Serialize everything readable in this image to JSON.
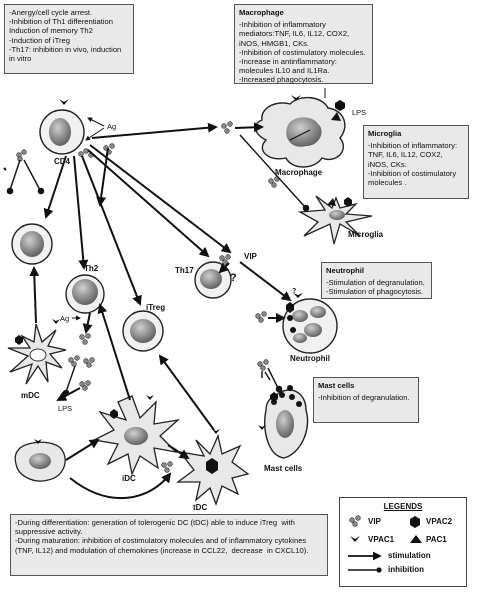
{
  "boxes": {
    "cd4": {
      "lines": [
        "-Anergy/cell cycle arrest.",
        "-Inhibition of Th1 differentiation",
        "Induction of memory Th2",
        "-Induction of iTreg",
        "-Th17: inhibition in vivo, induction in vitro"
      ]
    },
    "macrophage": {
      "title": "Macrophage",
      "lines": [
        "-Inhibition of inflammatory mediators:TNF, IL6, IL12, COX2, iNOS, HMGB1, CKs.",
        "-Inhibition of costimulatory molecules.",
        "-Increase in antinflammatory: molecules IL10 and IL1Ra.",
        "-Increased phagocytosis."
      ]
    },
    "microglia": {
      "title": "Microglia",
      "lines": [
        "-Inhibition of inflammatory: TNF, IL6, IL12, COX2, iNOS, CKs.",
        "-Inhibition of costimulatory molecules ."
      ]
    },
    "neutrophil": {
      "title": "Neutrophil",
      "lines": [
        "-Stimulation of degranulation.",
        "-Stimulation of phagocytosis."
      ]
    },
    "mast": {
      "title": "Mast cells",
      "lines": [
        "-Inhibition of degranulation."
      ]
    },
    "dc": {
      "lines": [
        "-During differentiation: generation of tolerogenic DC (tDC) able to induce iTreg  with suppressive activity.",
        "-During maturation: inhibition of costimulatory molecules and of inflammatory cytokines (TNF, IL12) and modulation of chemokines (increase in CCL22,  decrease  in CXCL10)."
      ]
    }
  },
  "labels": {
    "cd4": "CD4",
    "ag_top": "Ag",
    "ag_th2": "Ag",
    "th2": "Th2",
    "itreg": "iTreg",
    "th17": "Th17",
    "question_th17": "?",
    "question_neut": "?",
    "vip": "VIP",
    "lps_mac": "LPS",
    "lps_dc": "LPS",
    "macrophage": "Macrophage",
    "microglia": "Microglia",
    "neutrophil": "Neutrophil",
    "mast": "Mast cells",
    "mdc": "mDC",
    "idc": "iDC",
    "tdc": "tDC"
  },
  "legend": {
    "title": "LEGENDS",
    "vip": "VIP",
    "vpac2": "VPAC2",
    "vpac1": "VPAC1",
    "pac1": "PAC1",
    "stimulation": "stimulation",
    "inhibition": "inhibition"
  },
  "colors": {
    "box_fill": "#e9e9e9",
    "cell_fill": "#f1f1f1",
    "nucleus": "#8a8a8a",
    "ink": "#111111"
  }
}
